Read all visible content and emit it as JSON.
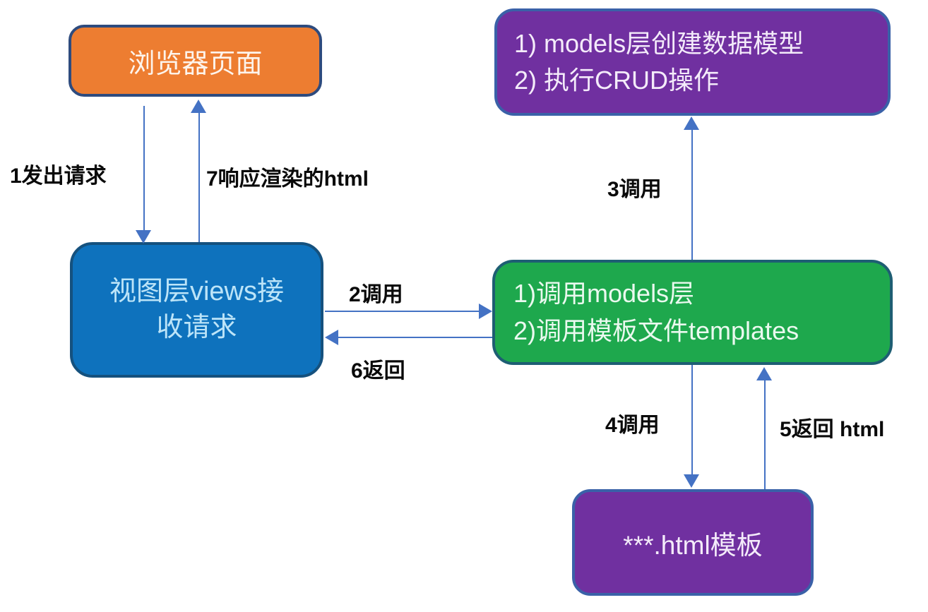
{
  "diagram": {
    "title": "Django request-response flow diagram",
    "nodes": {
      "browser": {
        "label": "浏览器页面"
      },
      "views": {
        "label": "视图层views接\n收请求"
      },
      "models": {
        "label": "1) models层创建数据模型\n2) 执行CRUD操作"
      },
      "process": {
        "label": "1)调用models层\n2)调用模板文件templates"
      },
      "template": {
        "label": "***.html模板"
      }
    },
    "edges": {
      "e1": {
        "label": "1发出请求",
        "from": "browser",
        "to": "views",
        "direction": "down"
      },
      "e2": {
        "label": "2调用",
        "from": "views",
        "to": "process",
        "direction": "right"
      },
      "e3": {
        "label": "3调用",
        "from": "process",
        "to": "models",
        "direction": "up"
      },
      "e4": {
        "label": "4调用",
        "from": "process",
        "to": "template",
        "direction": "down"
      },
      "e5": {
        "label": "5返回 html",
        "from": "template",
        "to": "process",
        "direction": "up"
      },
      "e6": {
        "label": "6返回",
        "from": "process",
        "to": "views",
        "direction": "left"
      },
      "e7": {
        "label": "7响应渲染的html",
        "from": "views",
        "to": "browser",
        "direction": "up"
      }
    }
  },
  "colors": {
    "canvas_bg": "#ffffff",
    "browser_fill": "#ED7D31",
    "browser_border": "#2E4B7E",
    "browser_text": "#FDF4EC",
    "views_fill": "#0E72BD",
    "views_border": "#15517E",
    "views_text": "#BCE4F8",
    "models_fill": "#7030A0",
    "models_border": "#3A61A8",
    "models_text": "#F4EBFA",
    "process_fill": "#1EA84D",
    "process_border": "#1E5E73",
    "process_text": "#EAF9EF",
    "template_fill": "#7030A0",
    "template_border": "#3A61A8",
    "template_text": "#F4EBFA",
    "arrow": "#4472C4",
    "label_text": "#0a0a0a"
  }
}
